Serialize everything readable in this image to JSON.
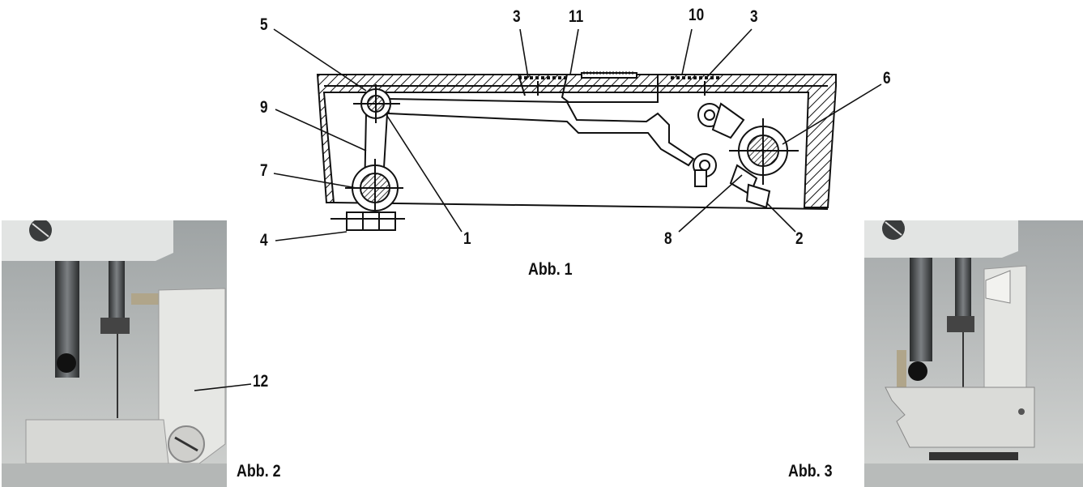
{
  "figure1": {
    "caption": "Abb. 1",
    "callouts": [
      "1",
      "2",
      "3",
      "3",
      "4",
      "5",
      "6",
      "7",
      "8",
      "9",
      "10",
      "11"
    ]
  },
  "figure2": {
    "caption": "Abb. 2",
    "callout": "12"
  },
  "figure3": {
    "caption": "Abb. 3"
  },
  "colors": {
    "ink": "#111111",
    "metal": "#d9dcdc",
    "plate": "#c8cbc9",
    "background": "#ffffff"
  }
}
